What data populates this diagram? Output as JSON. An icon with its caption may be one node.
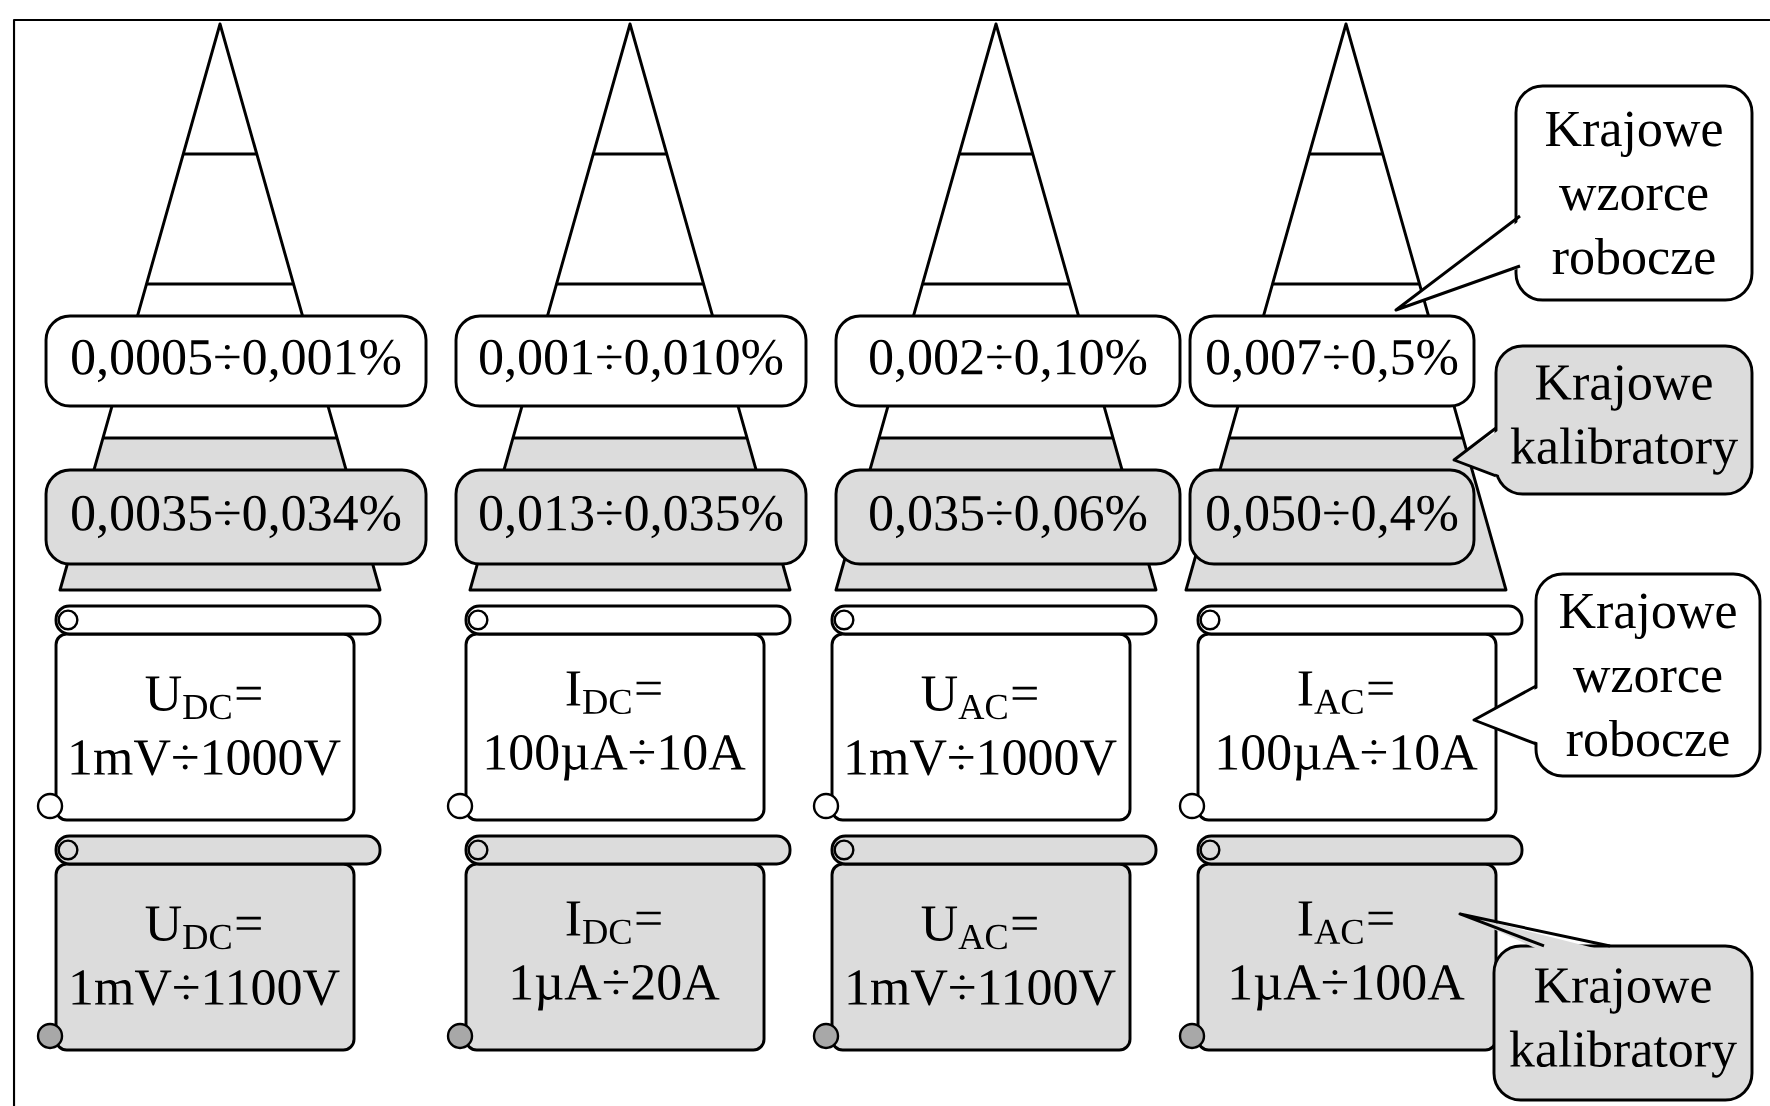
{
  "diagram": {
    "nodes": [
      {
        "text": [
          "Krajowe wzorce robocze"
        ]
      },
      {
        "text": [
          "0,0005÷0,001%"
        ]
      },
      {
        "text": [
          "0,001÷0,010%"
        ]
      },
      {
        "text": [
          "0,002÷0,10%"
        ]
      },
      {
        "text": [
          "0,007÷0,5%"
        ]
      },
      {
        "text": [
          "Krajowe kalibratory"
        ]
      },
      {
        "text": [
          "0,0035÷0,034%"
        ]
      },
      {
        "text": [
          "0,013÷0,035%"
        ]
      },
      {
        "text": [
          "0,035÷0,06%"
        ]
      },
      {
        "text": [
          "0,050÷0,4%"
        ]
      },
      {
        "text": [
          "U$_{DC}$= 1mV÷1000V"
        ]
      },
      {
        "text": [
          "I$_{DC}$= 100µA÷10A"
        ]
      },
      {
        "text": [
          "U$_{AC}$= 1mV÷1000V"
        ]
      },
      {
        "text": [
          "I$_{AC}$= 100µA÷10A"
        ]
      },
      {
        "text": [
          "Krajowe wzorce robocze"
        ]
      },
      {
        "text": [
          "U$_{DC}$= 1mV÷1100V"
        ]
      },
      {
        "text": [
          "I$_{DC}$= 1µA÷20A"
        ]
      },
      {
        "text": [
          "U$_{AC}$= 1mV÷1100V"
        ]
      },
      {
        "text": [
          "I$_{AC}$= 1µA÷100A"
        ]
      },
      {
        "text": [
          "Krajowe kalibratory"
        ]
      }
    ]
  }
}
